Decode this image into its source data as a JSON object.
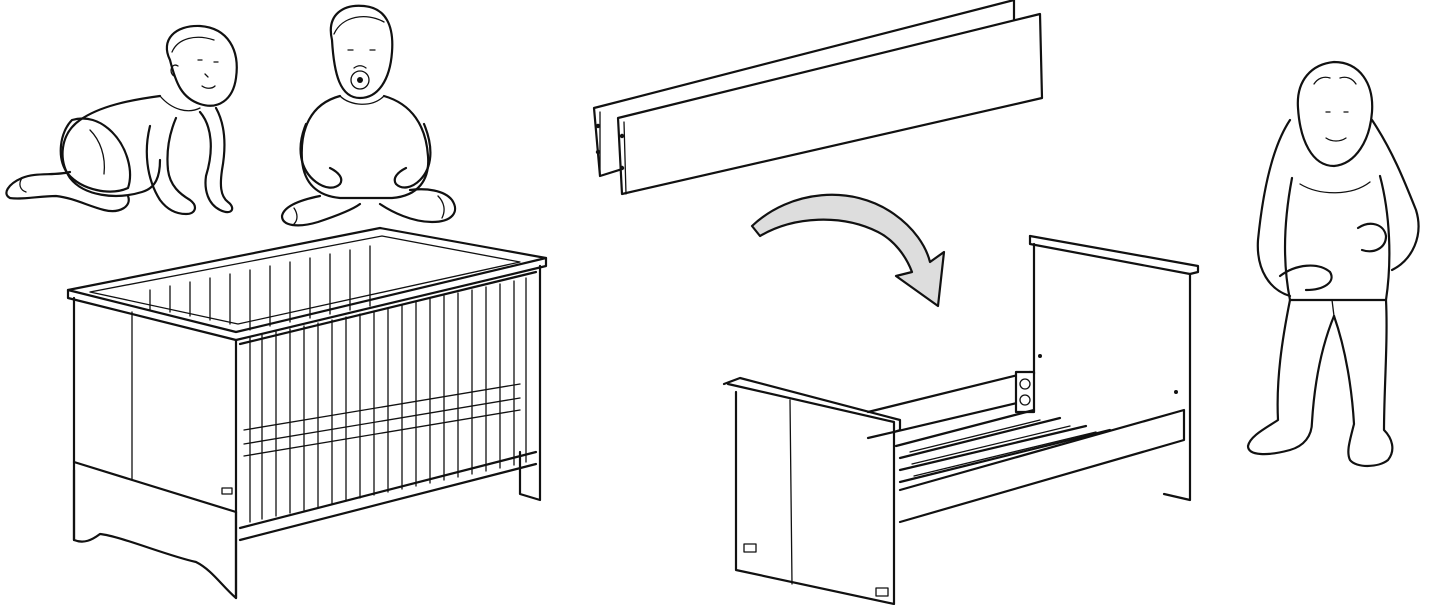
{
  "illustration": {
    "icons": [
      "crawling-baby",
      "sitting-baby-with-pacifier",
      "crib",
      "side-rails",
      "curved-arrow",
      "toddler-bed",
      "standing-toddler"
    ],
    "accent_color": "#111111",
    "background_color": "#ffffff"
  }
}
